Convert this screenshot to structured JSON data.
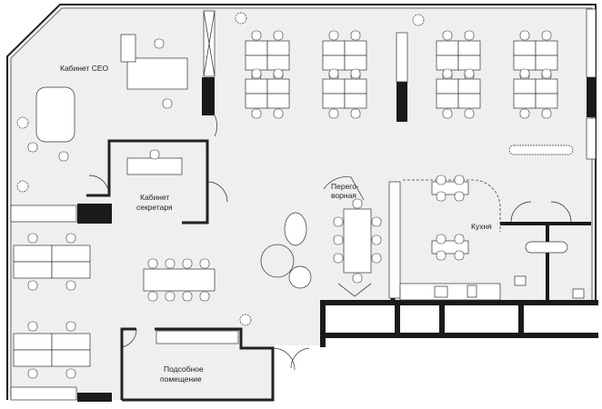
{
  "plan": {
    "rooms": {
      "ceo": "Кабинет CEO",
      "secretary_1": "Кабинет",
      "secretary_2": "секретаря",
      "meeting_1": "Перего-",
      "meeting_2": "ворная",
      "kitchen": "Кухня",
      "utility_1": "Подсобное",
      "utility_2": "помещение"
    },
    "colors": {
      "floor": "#efefef",
      "wall": "#1a1a1a",
      "furniture": "#ffffff"
    }
  }
}
